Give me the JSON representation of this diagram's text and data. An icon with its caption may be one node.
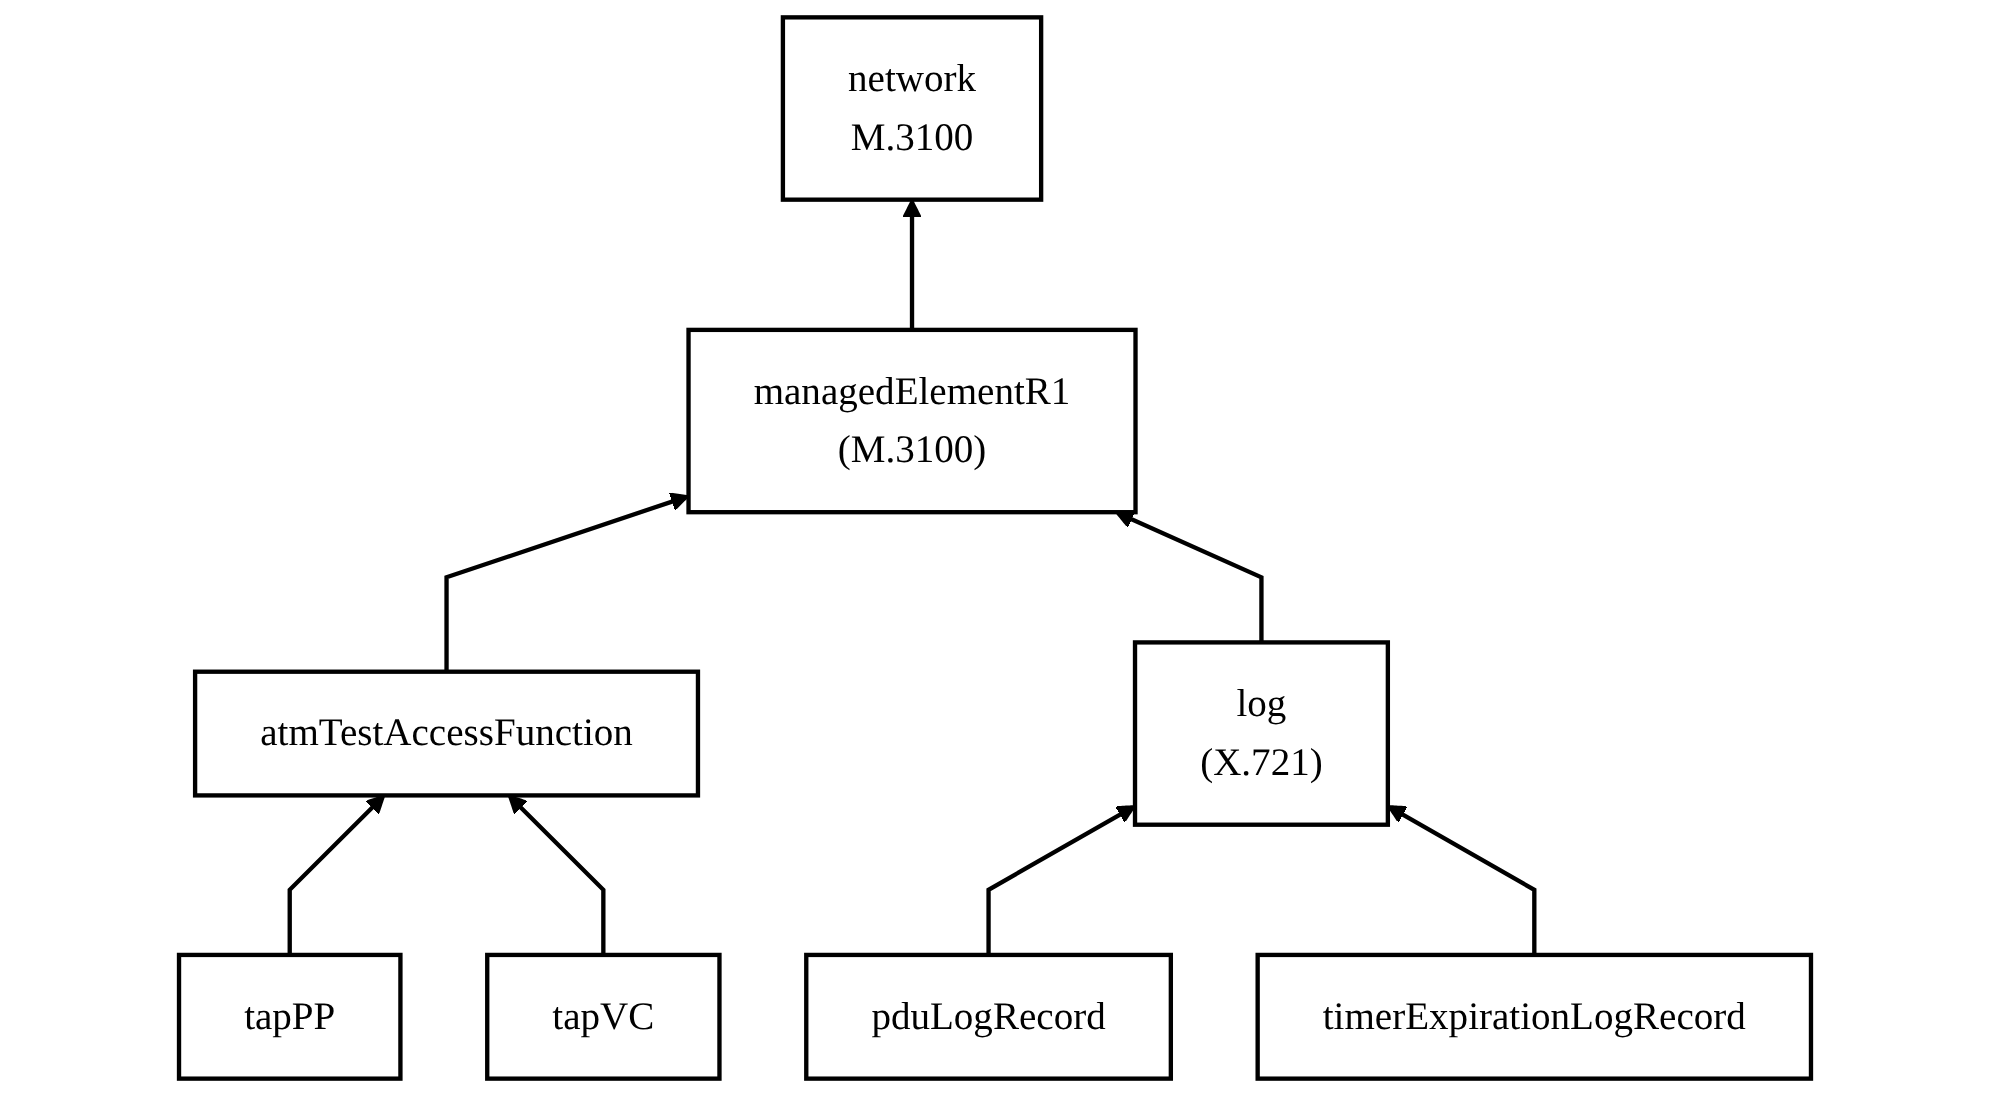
{
  "diagram": {
    "nodes": [
      {
        "text": [
          "network",
          "M.3100"
        ]
      },
      {
        "text": [
          "managedElementR1",
          "(M.3100)"
        ]
      },
      {
        "text": [
          "atmTestAccessFunction"
        ]
      },
      {
        "text": [
          "log",
          "(X.721)"
        ]
      },
      {
        "text": [
          "tapPP"
        ]
      },
      {
        "text": [
          "tapVC"
        ]
      },
      {
        "text": [
          "pduLogRecord"
        ]
      },
      {
        "text": [
          "timerExpirationLogRecord"
        ]
      }
    ],
    "edges": [
      {
        "from": 1,
        "to": 0,
        "arrow": "to"
      },
      {
        "from": 2,
        "to": 1,
        "arrow": "to"
      },
      {
        "from": 3,
        "to": 1,
        "arrow": "to"
      },
      {
        "from": 4,
        "to": 2,
        "arrow": "to"
      },
      {
        "from": 5,
        "to": 2,
        "arrow": "to"
      },
      {
        "from": 6,
        "to": 3,
        "arrow": "to"
      },
      {
        "from": 7,
        "to": 3,
        "arrow": "to"
      }
    ]
  }
}
